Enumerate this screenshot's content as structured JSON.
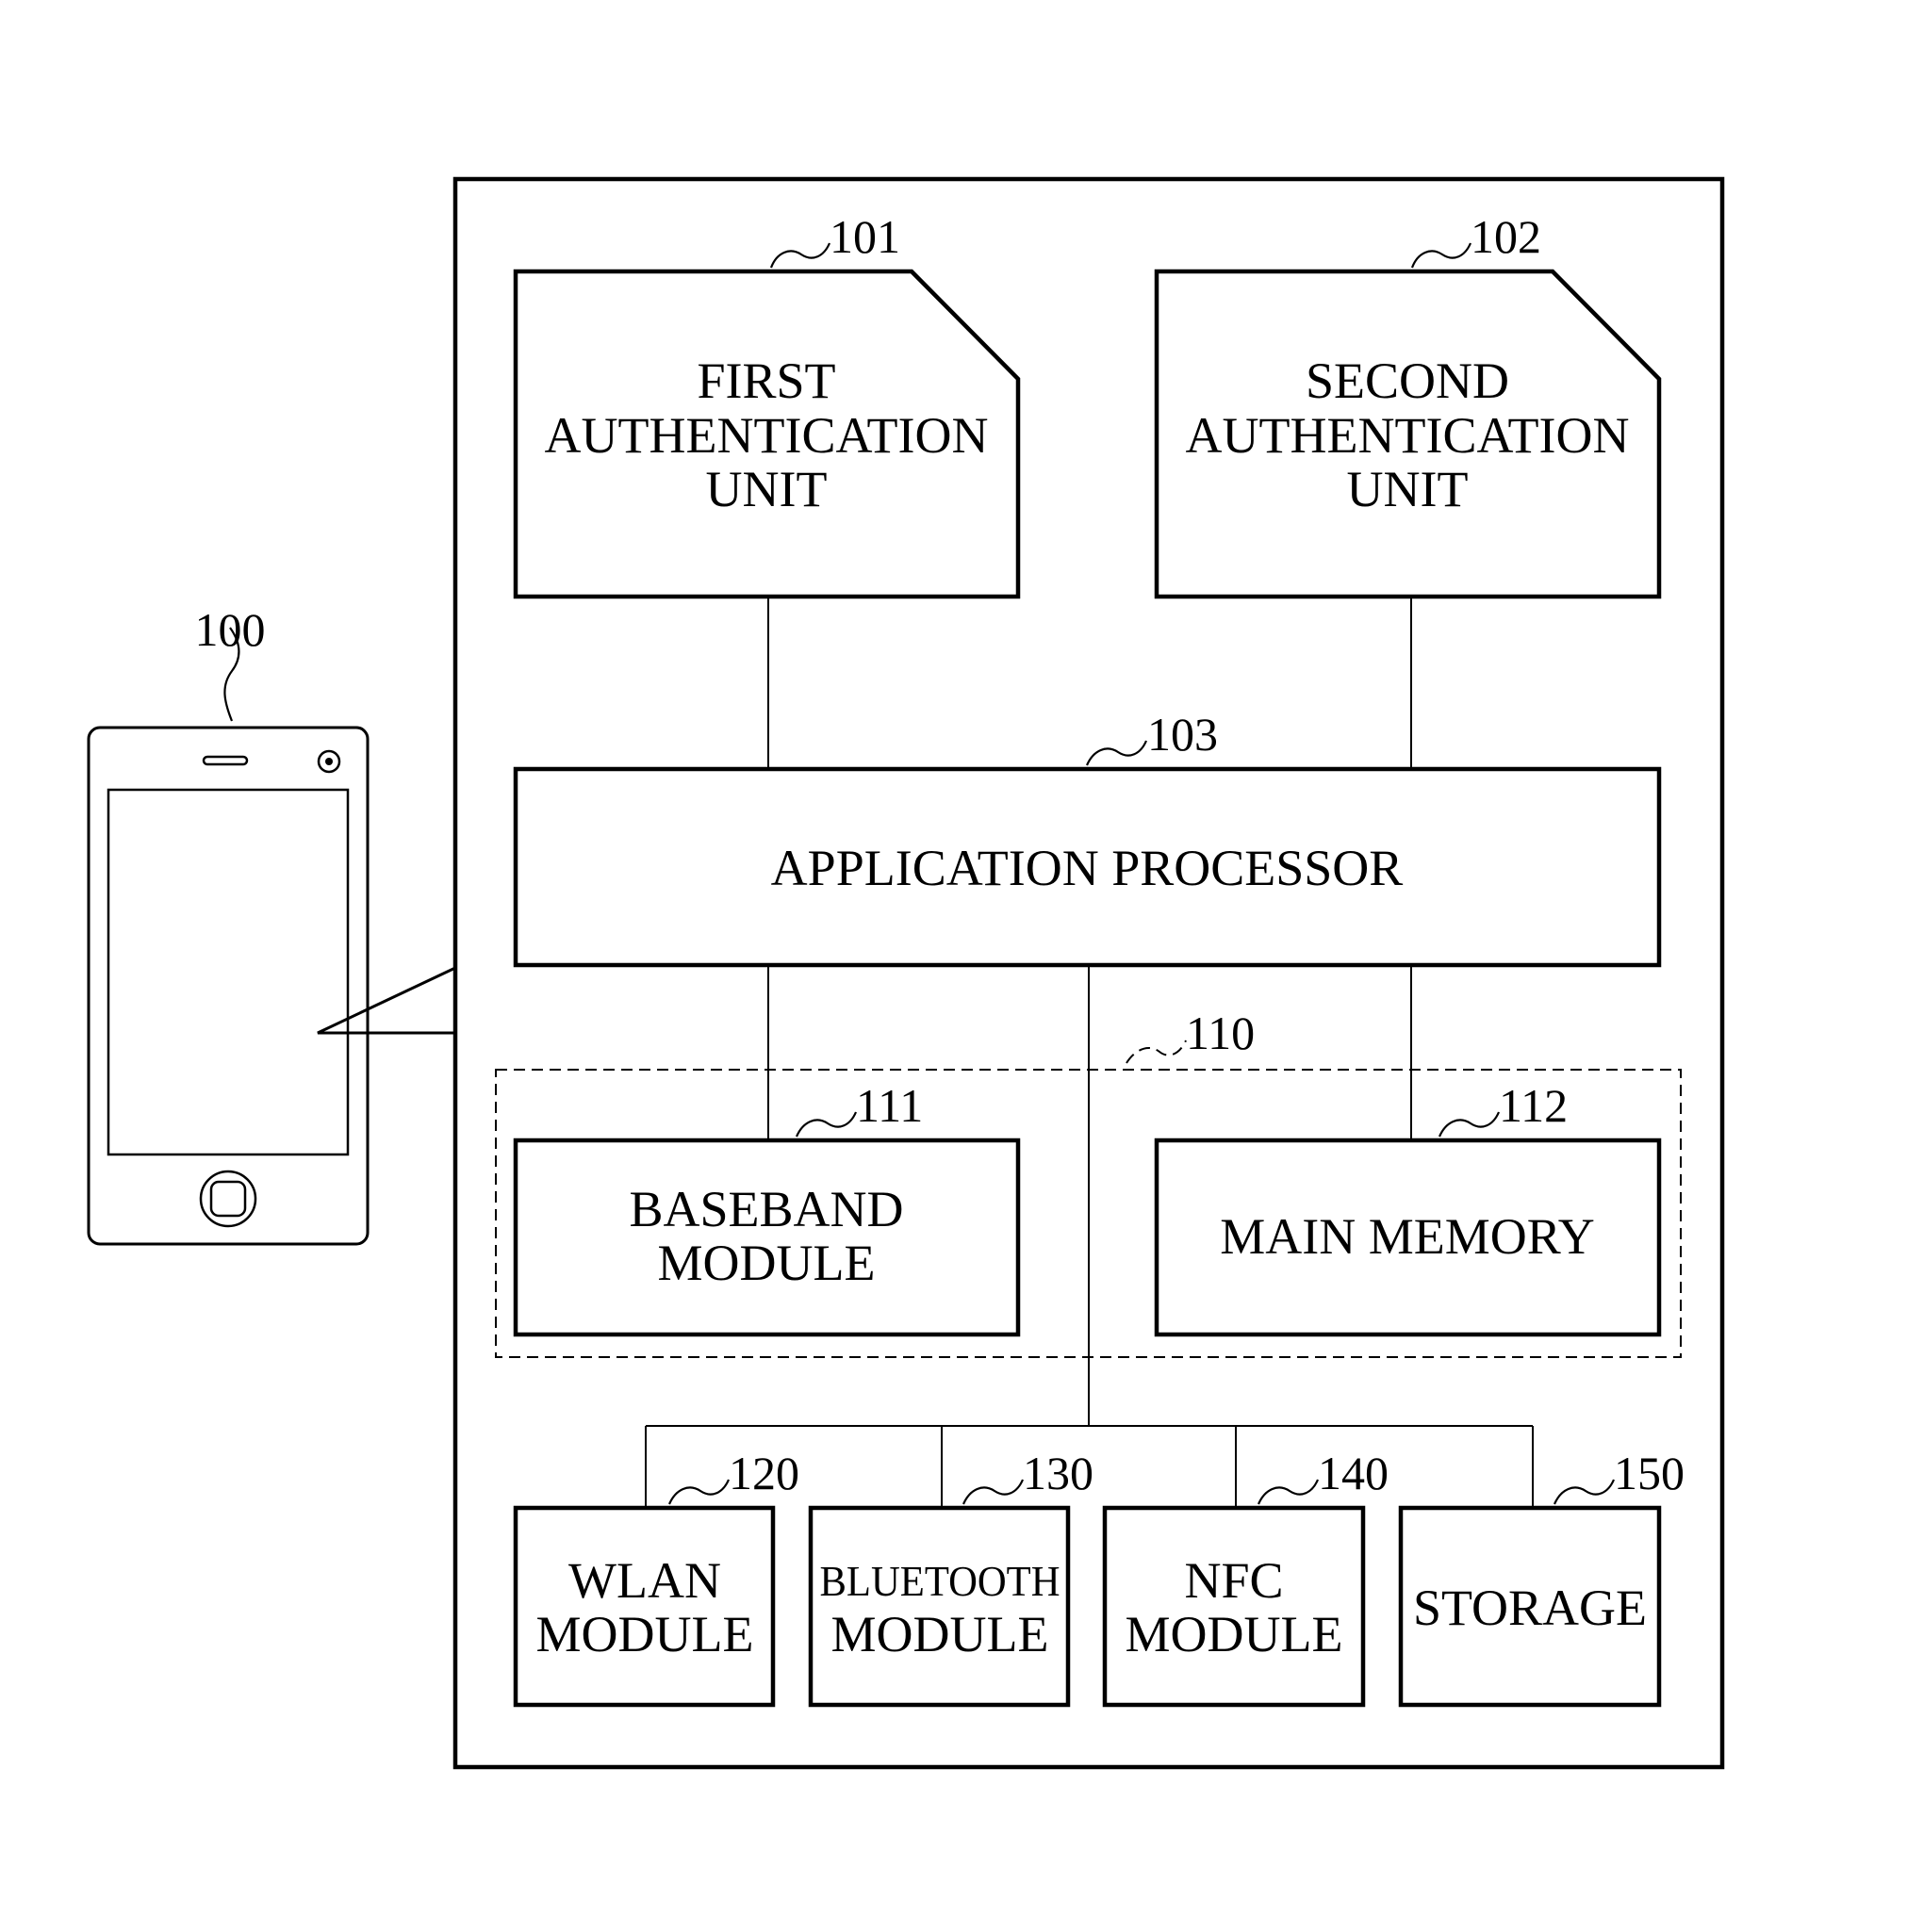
{
  "device": {
    "ref": "100"
  },
  "group_110": {
    "ref": "110"
  },
  "first_auth": {
    "ref": "101",
    "lines": [
      "FIRST",
      "AUTHENTICATION",
      "UNIT"
    ]
  },
  "second_auth": {
    "ref": "102",
    "lines": [
      "SECOND",
      "AUTHENTICATION",
      "UNIT"
    ]
  },
  "app_processor": {
    "ref": "103",
    "label": "APPLICATION PROCESSOR"
  },
  "baseband": {
    "ref": "111",
    "lines": [
      "BASEBAND",
      "MODULE"
    ]
  },
  "main_memory": {
    "ref": "112",
    "label": "MAIN MEMORY"
  },
  "wlan": {
    "ref": "120",
    "lines": [
      "WLAN",
      "MODULE"
    ]
  },
  "bluetooth": {
    "ref": "130",
    "lines": [
      "BLUETOOTH",
      "MODULE"
    ]
  },
  "nfc": {
    "ref": "140",
    "lines": [
      "NFC",
      "MODULE"
    ]
  },
  "storage": {
    "ref": "150",
    "label": "STORAGE"
  }
}
